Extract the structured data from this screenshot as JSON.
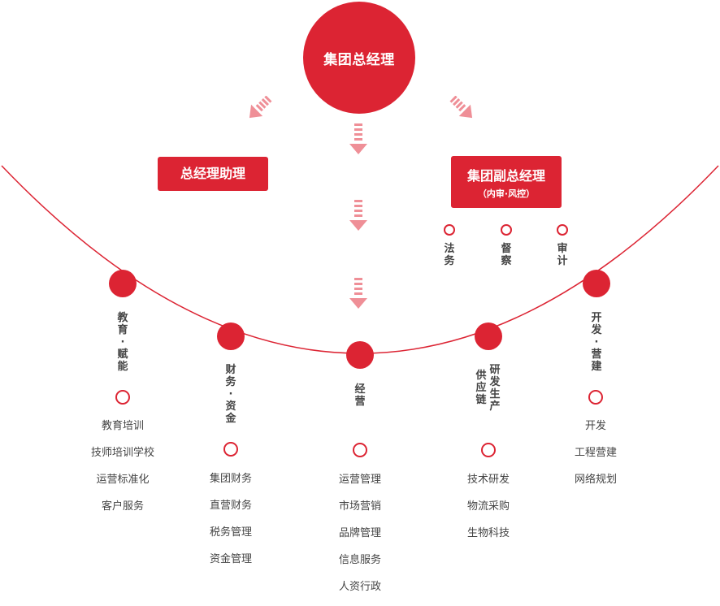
{
  "top": {
    "label": "集团总经理"
  },
  "assistant": {
    "label": "总经理助理"
  },
  "vice": {
    "label": "集团副总经理",
    "sub": "（内审·风控）"
  },
  "vice_units": [
    {
      "label": "法务"
    },
    {
      "label": "督察"
    },
    {
      "label": "审计"
    }
  ],
  "divisions": [
    {
      "label": "教育·赋能",
      "items": [
        "教育培训",
        "技师培训学校",
        "运营标准化",
        "客户服务"
      ]
    },
    {
      "label": "财务·资金",
      "items": [
        "集团财务",
        "直营财务",
        "税务管理",
        "资金管理"
      ]
    },
    {
      "label": "经营",
      "items": [
        "运营管理",
        "市场营销",
        "品牌管理",
        "信息服务",
        "人资行政"
      ]
    },
    {
      "label_a": "研发生产",
      "label_b": "供应链",
      "items": [
        "技术研发",
        "物流采购",
        "生物科技"
      ]
    },
    {
      "label": "开发·营建",
      "items": [
        "开发",
        "工程营建",
        "网络规划"
      ]
    }
  ],
  "colors": {
    "accent": "#dc2433",
    "arrow": "#ef8f97"
  }
}
